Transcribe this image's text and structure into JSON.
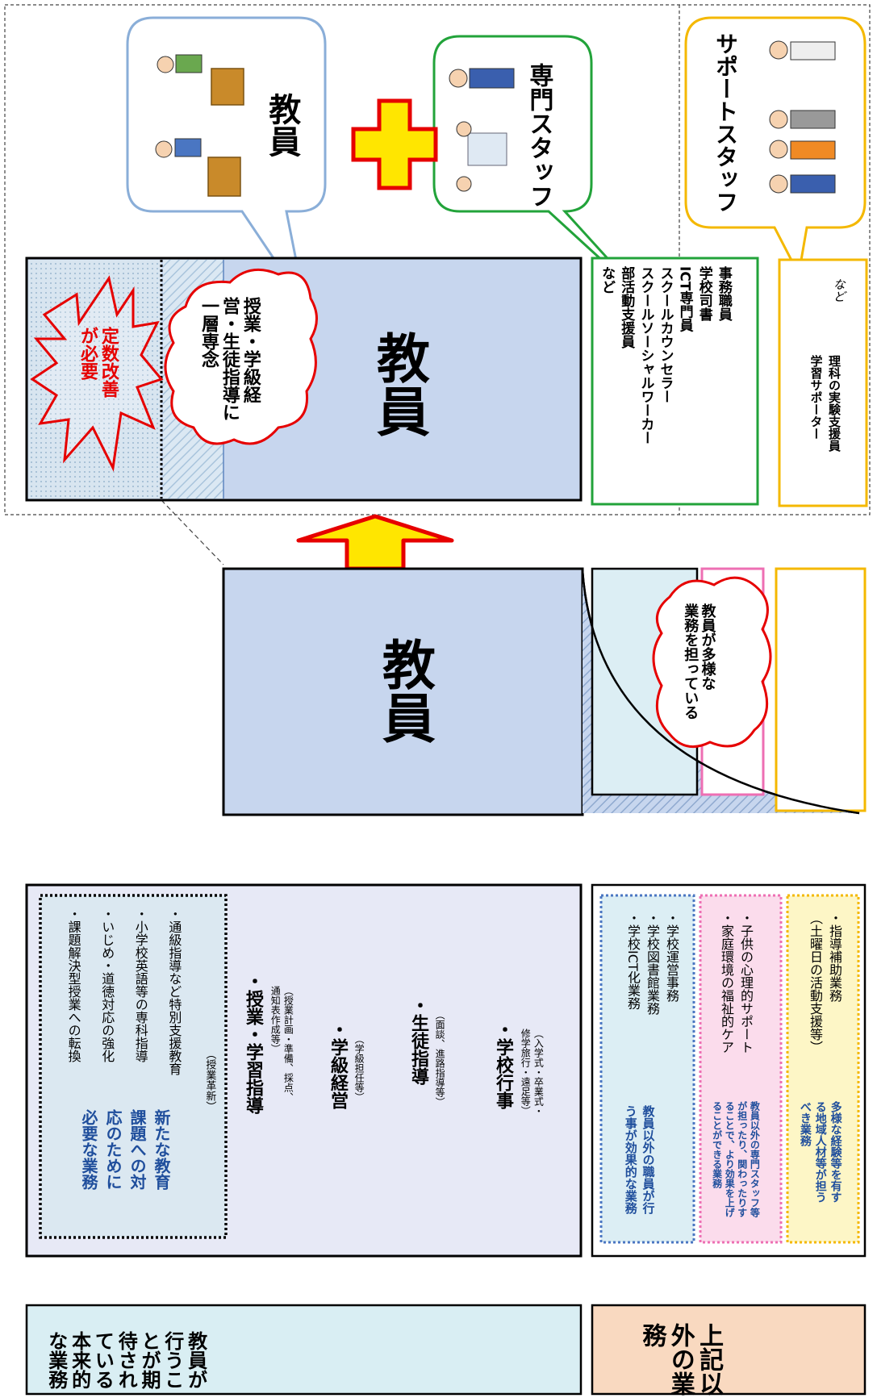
{
  "top": {
    "teacher_bubble_label": "教員",
    "specialist_bubble_label": "専門スタッフ",
    "support_bubble_label": "サポートスタッフ",
    "future_block_label": "教員",
    "quota_burst": [
      "定数改善",
      "が必要"
    ],
    "cloud_future": [
      "授業・学級経",
      "営・生徒指導に",
      "一層専念"
    ],
    "specialist_list": [
      "事務職員",
      "学校司書",
      "ICT専門員",
      "スクールカウンセラー",
      "スクールソーシャルワーカー",
      "部活動支援員",
      "など"
    ],
    "support_list": [
      "理科の実験支援員",
      "学習サポーター"
    ],
    "support_etc": "など"
  },
  "middle": {
    "current_block_label": "教員",
    "cloud_current": [
      "教員が多様な",
      "業務を担っている"
    ]
  },
  "bottom": {
    "title_core": "教員が行うことが期待されている本来的な業務",
    "title_other": "上記以外の業務",
    "new_issues_title": [
      "新たな教育",
      "課題への対",
      "応のために",
      "必要な業務"
    ],
    "new_issues_items": [
      "・通級指導など特別支援教育",
      "・小学校英語等の専科指導",
      "・いじめ・道徳対応の強化",
      "・課題解決型授業への転換"
    ],
    "new_issues_note": "（授業革新）",
    "core_items": [
      {
        "title": "・授業・学習指導",
        "notes": [
          "（授業計画・準備、採点、",
          "通知表作成等）"
        ]
      },
      {
        "title": "・学級経営",
        "notes": [
          "（学級担任等）"
        ]
      },
      {
        "title": "・生徒指導",
        "notes": [
          "（面談、進路指導等）"
        ]
      },
      {
        "title": "・学校行事",
        "notes": [
          "（入学式・卒業式・",
          "修学旅行・遠足等）"
        ]
      }
    ],
    "staff_group": {
      "title": [
        "教員以外の職員が行",
        "う事が効果的な業務"
      ],
      "items": [
        "・学校運営事務",
        "・学校図書館業務",
        "・学校ICT化業務"
      ]
    },
    "specialist_group": {
      "title": [
        "教員以外の専門スタッフ等",
        "が担ったり、関わったりす",
        "ることで、より効果を上げ",
        "ることができる業務"
      ],
      "items": [
        "・子供の心理的サポート",
        "・家庭環境の福祉的ケア"
      ]
    },
    "community_group": {
      "title": [
        "多様な経験等を有す",
        "る地域人材等が担う",
        "べき業務"
      ],
      "items": [
        "・指導補助業務",
        "（土曜日の活動支援等）"
      ]
    }
  },
  "colors": {
    "teacher_blue": "#c7d6ee",
    "core_bg": "#e7e9f6",
    "title_core_bg": "#d9eef3",
    "title_other_bg": "#f9d9c0",
    "green": "#22a33a",
    "yellow": "#f4b800",
    "pink": "#ee6fb3",
    "red": "#e60000"
  }
}
